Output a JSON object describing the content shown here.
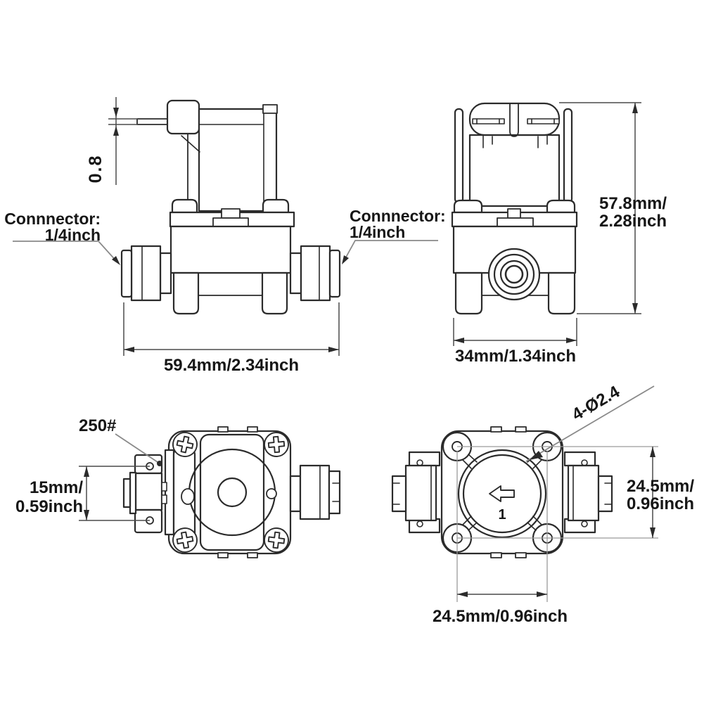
{
  "diagram": {
    "background": "#ffffff",
    "line_color": "#2b2b2b",
    "dim_line_color": "#4a4a4a",
    "leader_color": "#8a8a8a",
    "text_color": "#161616",
    "views": {
      "front": {
        "pin_thickness_dim": "0.8",
        "connector_left": {
          "line1": "Connnector:",
          "line2": "1/4inch"
        },
        "connector_right": {
          "line1": "Connnector:",
          "line2": "1/4inch"
        },
        "width_dim": "59.4mm/2.34inch"
      },
      "side": {
        "height_dim": {
          "line1": "57.8mm/",
          "line2": "2.28inch"
        },
        "width_dim": "34mm/1.34inch"
      },
      "top": {
        "part_label": "250#",
        "terminal_pitch_dim": {
          "line1": "15mm/",
          "line2": "0.59inch"
        }
      },
      "bottom": {
        "mount_holes_dim": "4-Ø2.4",
        "flow_direction_marker": "1",
        "vertical_dim": {
          "line1": "24.5mm/",
          "line2": "0.96inch"
        },
        "horizontal_dim": "24.5mm/0.96inch"
      }
    }
  }
}
